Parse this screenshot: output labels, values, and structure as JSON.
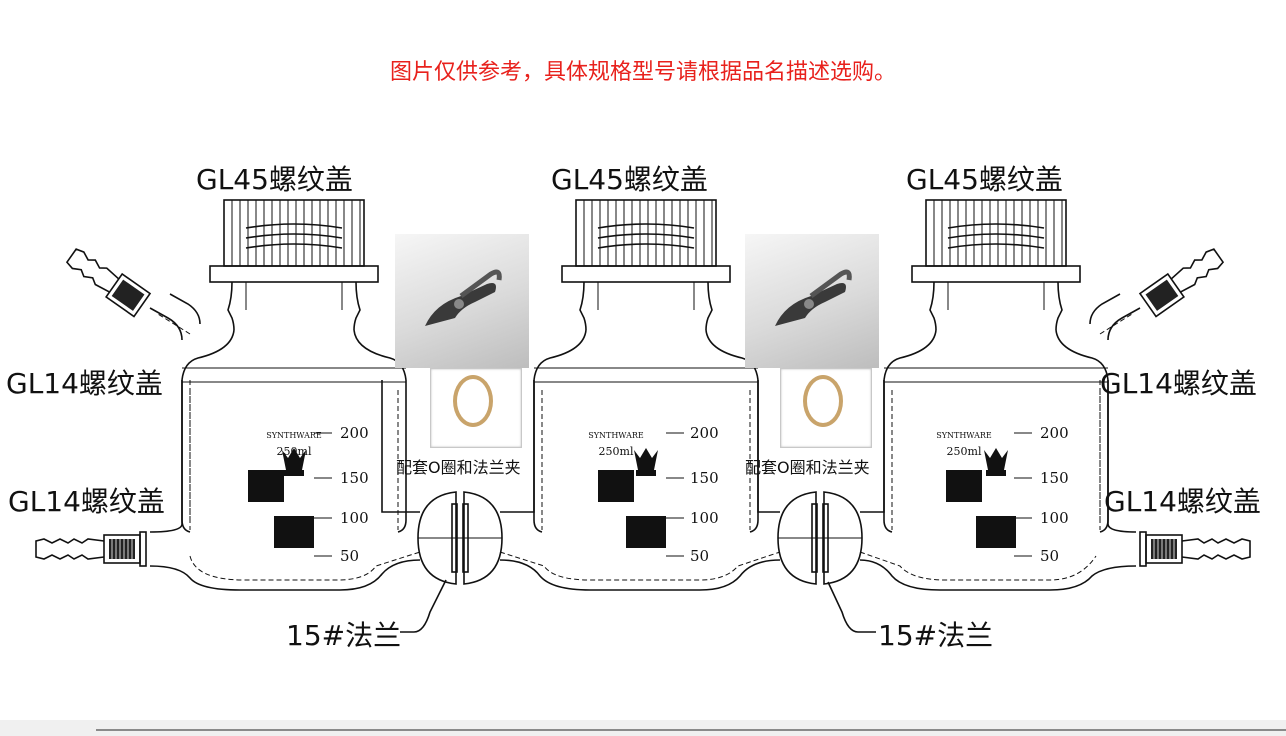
{
  "notice": "图片仅供参考，具体规格型号请根据品名描述选购。",
  "labels": {
    "gl45_left": "GL45螺纹盖",
    "gl45_center": "GL45螺纹盖",
    "gl45_right": "GL45螺纹盖",
    "gl14_left_top": "GL14螺纹盖",
    "gl14_left_bottom": "GL14螺纹盖",
    "gl14_right_top": "GL14螺纹盖",
    "gl14_right_bottom": "GL14螺纹盖",
    "flange_left": "15#法兰",
    "flange_right": "15#法兰"
  },
  "accessory_caption_left": "配套O圈和法兰夹",
  "accessory_caption_right": "配套O圈和法兰夹",
  "bottle": {
    "brand": "SYNTHWARE",
    "volume": "250ml",
    "graduations": [
      "200",
      "150",
      "100",
      "50"
    ]
  },
  "colors": {
    "notice": "#e8211c",
    "line": "#111111",
    "oring": "#c9a46b"
  }
}
